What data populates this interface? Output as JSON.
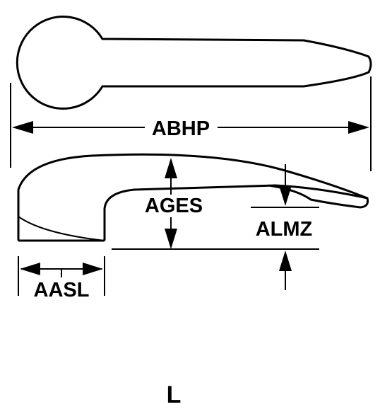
{
  "labels": {
    "overall_length": "ABHP",
    "height": "AGES",
    "tip_height": "ALMZ",
    "shoulder_width": "AASL",
    "view_letter": "L"
  },
  "colors": {
    "ink": "#000000",
    "background": "#ffffff"
  }
}
